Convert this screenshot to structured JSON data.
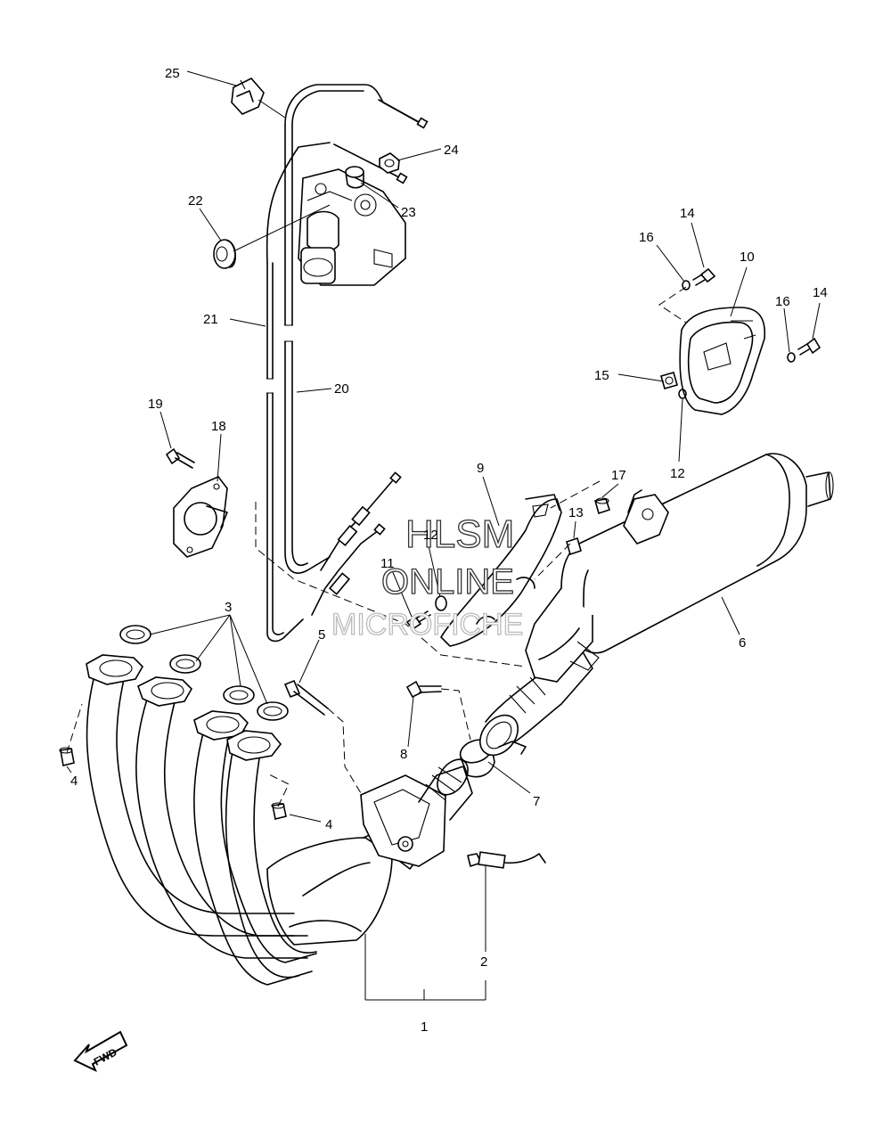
{
  "diagram": {
    "watermark": {
      "line1": "HLSM",
      "line2": "ONLINE",
      "line3": "MICROFICHE"
    },
    "fwd_label": "FWD",
    "callouts": [
      {
        "id": "c1",
        "label": "1"
      },
      {
        "id": "c2",
        "label": "2"
      },
      {
        "id": "c3",
        "label": "3"
      },
      {
        "id": "c4a",
        "label": "4"
      },
      {
        "id": "c4b",
        "label": "4"
      },
      {
        "id": "c5",
        "label": "5"
      },
      {
        "id": "c6",
        "label": "6"
      },
      {
        "id": "c7",
        "label": "7"
      },
      {
        "id": "c8",
        "label": "8"
      },
      {
        "id": "c9",
        "label": "9"
      },
      {
        "id": "c10",
        "label": "10"
      },
      {
        "id": "c11",
        "label": "11"
      },
      {
        "id": "c12a",
        "label": "12"
      },
      {
        "id": "c12b",
        "label": "12"
      },
      {
        "id": "c13",
        "label": "13"
      },
      {
        "id": "c14a",
        "label": "14"
      },
      {
        "id": "c14b",
        "label": "14"
      },
      {
        "id": "c15",
        "label": "15"
      },
      {
        "id": "c16a",
        "label": "16"
      },
      {
        "id": "c16b",
        "label": "16"
      },
      {
        "id": "c17",
        "label": "17"
      },
      {
        "id": "c18",
        "label": "18"
      },
      {
        "id": "c19",
        "label": "19"
      },
      {
        "id": "c20",
        "label": "20"
      },
      {
        "id": "c21",
        "label": "21"
      },
      {
        "id": "c22",
        "label": "22"
      },
      {
        "id": "c23",
        "label": "23"
      },
      {
        "id": "c24",
        "label": "24"
      },
      {
        "id": "c25",
        "label": "25"
      }
    ]
  }
}
